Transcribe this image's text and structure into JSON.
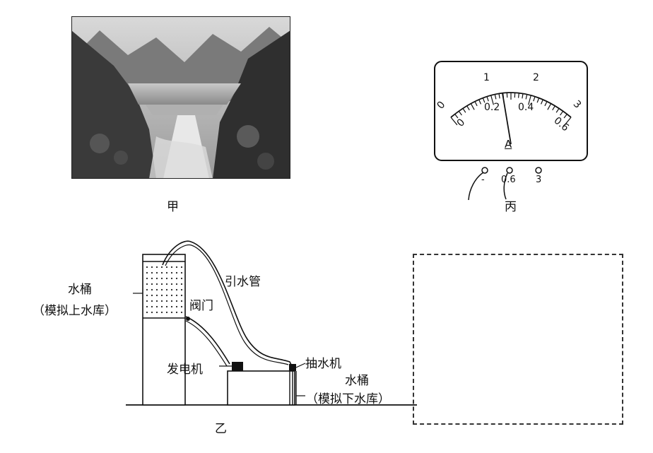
{
  "figure_a": {
    "caption": "甲"
  },
  "figure_b": {
    "caption": "丙",
    "meter_unit": "A",
    "outer_scale": [
      "0",
      "1",
      "2",
      "3"
    ],
    "inner_scale": [
      "0",
      "0.2",
      "0.4",
      "0.6"
    ],
    "terminals": [
      "-",
      "0.6",
      "3"
    ]
  },
  "figure_c": {
    "caption": "乙",
    "labels": {
      "upper_bucket_1": "水桶",
      "upper_bucket_2": "（模拟上水库）",
      "pipe": "引水管",
      "valve": "阀门",
      "generator": "发电机",
      "pump": "抽水机",
      "lower_bucket_1": "水桶",
      "lower_bucket_2": "（模拟下水库）"
    }
  }
}
